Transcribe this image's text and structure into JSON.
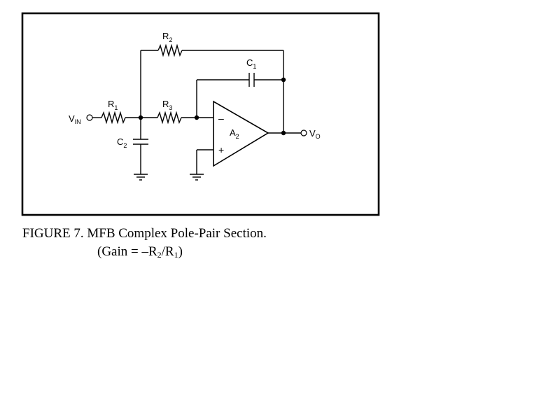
{
  "figure": {
    "number_label": "FIGURE 7.",
    "title": "MFB Complex Pole-Pair Section.",
    "gain_prefix": "(Gain = –R",
    "gain_sub1": "2",
    "gain_mid": "/R",
    "gain_sub2": "1",
    "gain_suffix": ")"
  },
  "circuit": {
    "input": {
      "main": "V",
      "sub": "IN"
    },
    "output": {
      "main": "V",
      "sub": "O"
    },
    "resistors": [
      {
        "main": "R",
        "sub": "1"
      },
      {
        "main": "R",
        "sub": "2"
      },
      {
        "main": "R",
        "sub": "3"
      }
    ],
    "capacitors": [
      {
        "main": "C",
        "sub": "1"
      },
      {
        "main": "C",
        "sub": "2"
      }
    ],
    "opamp": {
      "main": "A",
      "sub": "2",
      "inverting_sign": "–",
      "noninverting_sign": "+"
    }
  }
}
